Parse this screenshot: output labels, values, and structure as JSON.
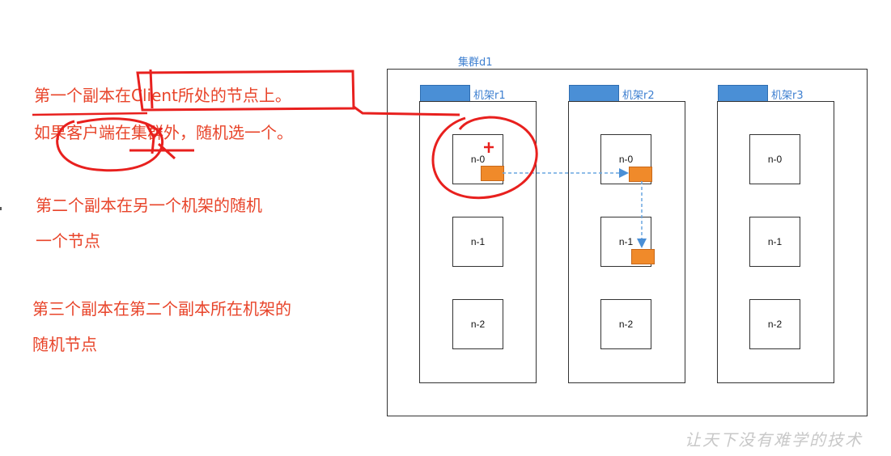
{
  "annotations": [
    "第一个副本在Client所处的节点上。",
    "如果客户端在集群外，随机选一个。",
    "第二个副本在另一个机架的随机",
    "一个节点",
    "第三个副本在第二个副本所在机架的",
    "随机节点"
  ],
  "cluster": {
    "label": "集群d1",
    "racks": [
      {
        "label": "机架r1",
        "nodes": [
          "n-0",
          "n-1",
          "n-2"
        ]
      },
      {
        "label": "机架r2",
        "nodes": [
          "n-0",
          "n-1",
          "n-2"
        ]
      },
      {
        "label": "机架r3",
        "nodes": [
          "n-0",
          "n-1",
          "n-2"
        ]
      }
    ]
  },
  "watermark": "让天下没有难学的技术",
  "colors": {
    "annotation": "#e8442a",
    "rack_tab": "#4a8fd6",
    "replica": "#f08a2a",
    "label_blue": "#3d7fd0"
  }
}
